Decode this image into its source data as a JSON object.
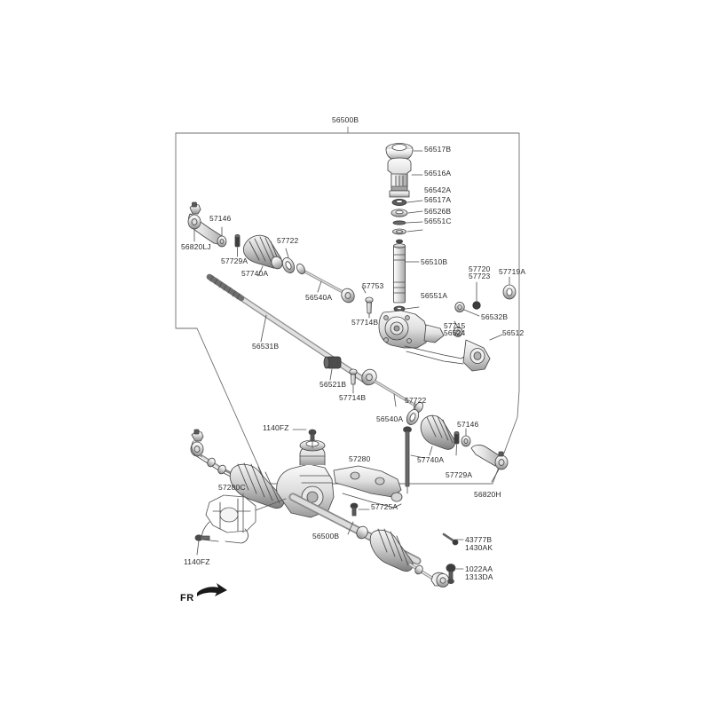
{
  "diagram": {
    "title": "56500B",
    "orientation_marker": "FR",
    "line_color": "#444444",
    "fill_light": "#f2f2f2",
    "fill_mid": "#cfcfcf",
    "fill_dark": "#6b6b6b",
    "text_color": "#2b2b2b"
  },
  "labels": {
    "assembly_top": "56500B",
    "l_56517B": "56517B",
    "l_56516A": "56516A",
    "l_56542A": "56542A",
    "l_56517A": "56517A",
    "l_56526B": "56526B",
    "l_56551C": "56551C",
    "l_56510B": "56510B",
    "l_56551A": "56551A",
    "l_57720": "57720",
    "l_57723": "57723",
    "l_57719A": "57719A",
    "l_56532B": "56532B",
    "l_57715": "57715",
    "l_56524": "56524",
    "l_56512": "56512",
    "l_57146_top": "57146",
    "l_56820LJ": "56820LJ",
    "l_57729A_top": "57729A",
    "l_57740A_top": "57740A",
    "l_57722_top": "57722",
    "l_57753": "57753",
    "l_56540A_top": "56540A",
    "l_57714B_top": "57714B",
    "l_56531B": "56531B",
    "l_56521B": "56521B",
    "l_57714B_bot": "57714B",
    "l_57722_bot": "57722",
    "l_56540A_bot": "56540A",
    "l_57740A_bot": "57740A",
    "l_57146_bot": "57146",
    "l_57729A_bot": "57729A",
    "l_56820H": "56820H",
    "l_1140FZ_top": "1140FZ",
    "l_57280": "57280",
    "l_57280C": "57280C",
    "l_57725A": "57725A",
    "l_56500B_bot": "56500B",
    "l_1140FZ_bot": "1140FZ",
    "l_43777B": "43777B",
    "l_1430AK": "1430AK",
    "l_1022AA": "1022AA",
    "l_1313DA": "1313DA"
  }
}
